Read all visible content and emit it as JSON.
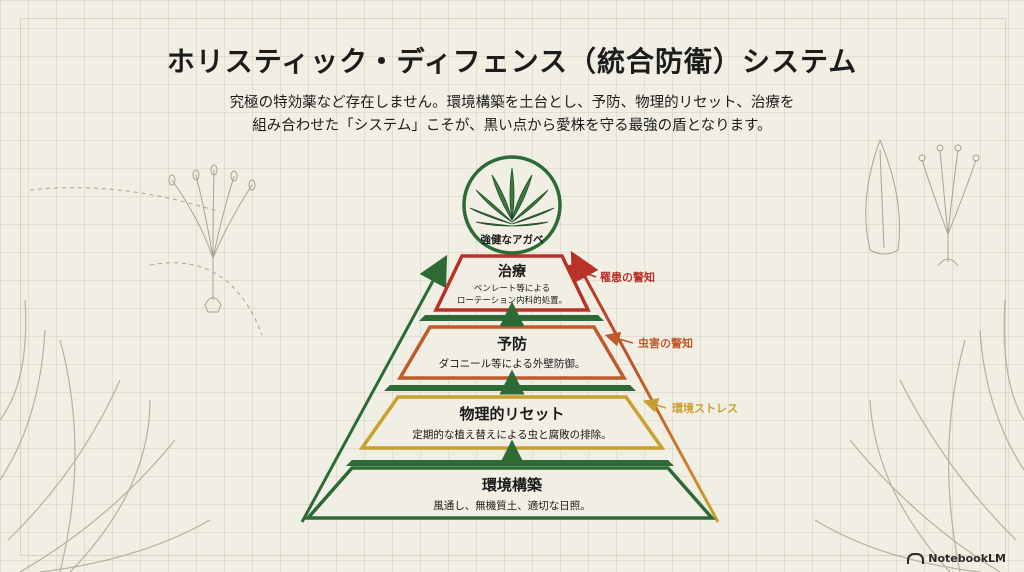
{
  "title": "ホリスティック・ディフェンス（統合防衛）システム",
  "subtitle": [
    "究極の特効薬など存在しません。環境構築を土台とし、予防、物理的リセット、治療を",
    "組み合わせた「システム」こそが、黒い点から愛株を守る最強の盾となります。"
  ],
  "apex": {
    "label": "強健なアガベ",
    "icon": "agave-rosette-icon"
  },
  "tiers": [
    {
      "title": "治療",
      "desc": [
        "ベンレート等による",
        "ローテーション内科的処置。"
      ],
      "color": "#b8322a"
    },
    {
      "title": "予防",
      "desc": [
        "ダコニール等による外壁防御。"
      ],
      "color": "#c05a2a"
    },
    {
      "title": "物理的リセット",
      "desc": [
        "定期的な植え替えによる虫と腐敗の排除。"
      ],
      "color": "#c9a030"
    },
    {
      "title": "環境構築",
      "desc": [
        "風通し、無機質土、適切な日照。"
      ],
      "color": "#2d6a35"
    }
  ],
  "side_labels": [
    {
      "text": "罹患の警知",
      "color": "#b8322a"
    },
    {
      "text": "虫害の警知",
      "color": "#c05a2a"
    },
    {
      "text": "環境ストレス",
      "color": "#c9a030"
    }
  ],
  "colors": {
    "green": "#2d6a35",
    "background": "#f1eee4"
  },
  "brand": "NotebookLM"
}
